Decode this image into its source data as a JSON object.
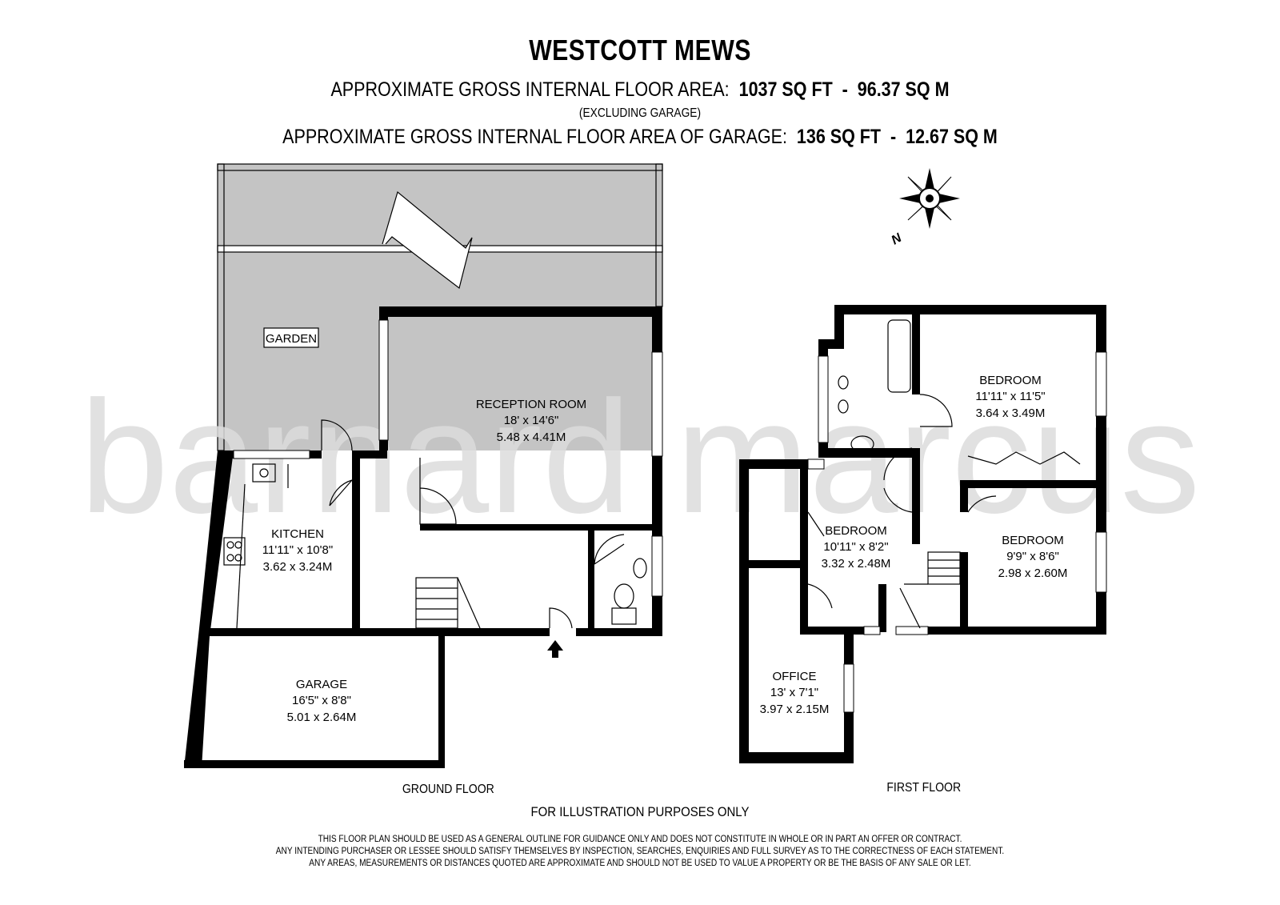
{
  "header": {
    "title": "WESTCOTT MEWS",
    "area_prefix": "APPROXIMATE GROSS INTERNAL FLOOR AREA:",
    "area_value": "1037 SQ FT  -  96.37 SQ M",
    "excluding_note": "(EXCLUDING GARAGE)",
    "garage_area_prefix": "APPROXIMATE GROSS INTERNAL FLOOR AREA OF GARAGE:",
    "garage_area_value": "136 SQ FT  -  12.67 SQ M"
  },
  "watermark": "barnard marcus",
  "compass": {
    "label": "N"
  },
  "ground_floor": {
    "label": "GROUND FLOOR",
    "rooms": {
      "garden": {
        "name": "GARDEN"
      },
      "reception": {
        "name": "RECEPTION ROOM",
        "imperial": "18' x 14'6\"",
        "metric": "5.48 x 4.41M"
      },
      "kitchen": {
        "name": "KITCHEN",
        "imperial": "11'11\" x 10'8\"",
        "metric": "3.62 x 3.24M"
      },
      "garage": {
        "name": "GARAGE",
        "imperial": "16'5\" x 8'8\"",
        "metric": "5.01 x 2.64M"
      }
    }
  },
  "first_floor": {
    "label": "FIRST FLOOR",
    "rooms": {
      "bedroom1": {
        "name": "BEDROOM",
        "imperial": "11'11\" x 11'5\"",
        "metric": "3.64 x 3.49M"
      },
      "bedroom2": {
        "name": "BEDROOM",
        "imperial": "10'11\" x 8'2\"",
        "metric": "3.32 x 2.48M"
      },
      "bedroom3": {
        "name": "BEDROOM",
        "imperial": "9'9\" x 8'6\"",
        "metric": "2.98 x 2.60M"
      },
      "office": {
        "name": "OFFICE",
        "imperial": "13' x 7'1\"",
        "metric": "3.97 x 2.15M"
      }
    }
  },
  "footer": {
    "illustration": "FOR ILLUSTRATION PURPOSES ONLY",
    "disclaimer_1": "THIS FLOOR PLAN SHOULD BE USED AS A GENERAL OUTLINE FOR GUIDANCE ONLY AND DOES NOT CONSTITUTE IN WHOLE OR IN PART AN OFFER OR CONTRACT.",
    "disclaimer_2": "ANY INTENDING PURCHASER OR LESSEE SHOULD SATISFY THEMSELVES BY INSPECTION, SEARCHES, ENQUIRIES AND FULL SURVEY AS TO THE CORRECTNESS OF EACH STATEMENT.",
    "disclaimer_3": "ANY AREAS, MEASUREMENTS OR DISTANCES QUOTED ARE APPROXIMATE AND SHOULD NOT BE USED TO VALUE A PROPERTY OR BE THE BASIS OF ANY SALE OR LET."
  },
  "colors": {
    "wall": "#000000",
    "garden_fill": "#c4c4c4",
    "watermark": "#dcdcdc"
  }
}
